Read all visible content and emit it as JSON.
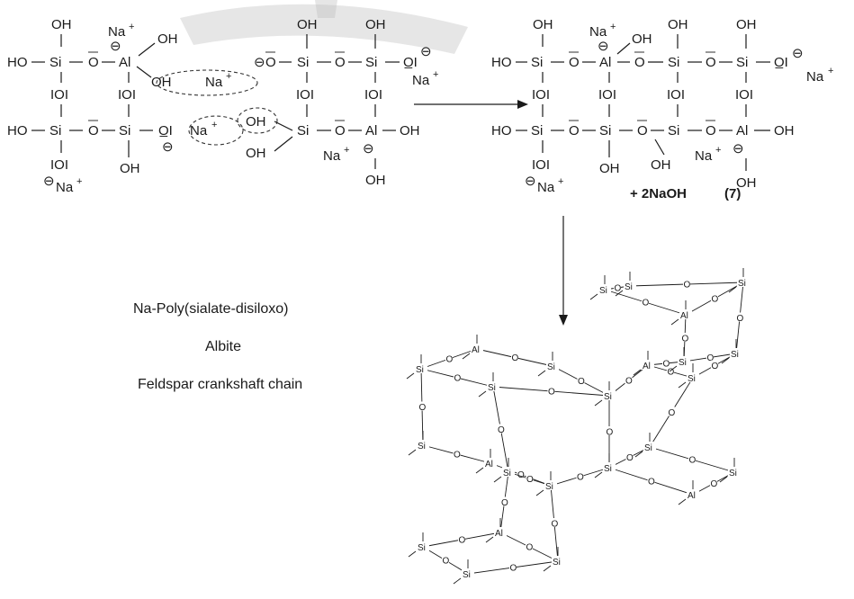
{
  "labels": {
    "product_name": "Na-Poly(sialate-disiloxo)",
    "mineral": "Albite",
    "structure": "Feldspar crankshaft chain",
    "byproduct": "+ 2NaOH",
    "eq_number": "(7)"
  },
  "atoms": {
    "si": "Si",
    "al": "Al",
    "o": "O",
    "o_bar": "O̅",
    "oh": "OH",
    "ho": "HO",
    "na": "Na",
    "plus": "+",
    "minus": "⊖",
    "ioi": "IOI",
    "oi_bar": "O̲I"
  },
  "colors": {
    "ink": "#1a1a1a",
    "watermark": "#b8b8b8"
  }
}
